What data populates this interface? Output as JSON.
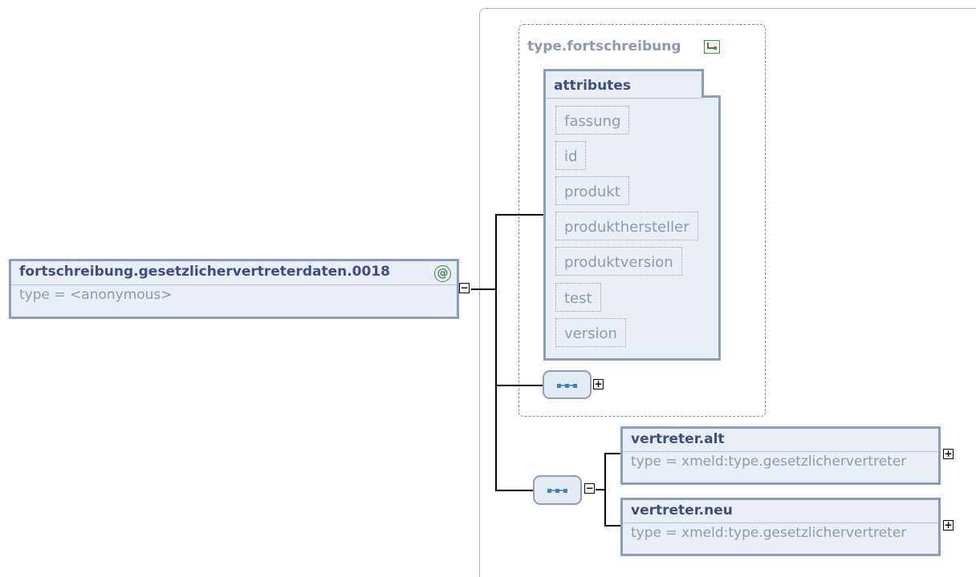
{
  "root": {
    "name": "fortschreibung.gesetzlichervertreterdaten.0018",
    "type_line": "type = <anonymous>",
    "badge": "@"
  },
  "type_group": {
    "name": "type.fortschreibung",
    "icon": "type-reference-icon"
  },
  "attributes": {
    "title": "attributes",
    "items": [
      "fassung",
      "id",
      "produkt",
      "produkthersteller",
      "produktversion",
      "test",
      "version"
    ]
  },
  "children": [
    {
      "name": "vertreter.alt",
      "type_line": "type = xmeld:type.gesetzlichervertreter"
    },
    {
      "name": "vertreter.neu",
      "type_line": "type = xmeld:type.gesetzlichervertreter"
    }
  ],
  "expanders": {
    "collapse": "−",
    "expand": "+"
  },
  "colors": {
    "border": "#8d9dbd",
    "fill": "#e9eef7",
    "title": "#3d4e82",
    "muted": "#8c9ab4",
    "badge": "#3e8a44"
  }
}
